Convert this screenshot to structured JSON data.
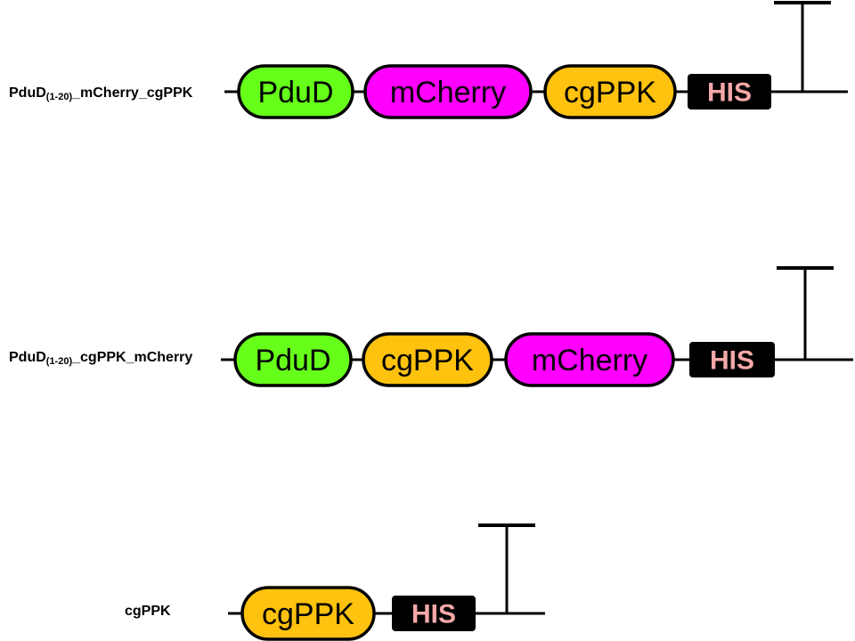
{
  "constructs": [
    {
      "label_main": "PduD",
      "label_sub": "(1-20)",
      "label_rest": "_mCherry_cgPPK",
      "parts": [
        {
          "name": "PduD",
          "type": "cds",
          "color": "#66ff1a"
        },
        {
          "name": "mCherry",
          "type": "cds",
          "color": "#ff00ff"
        },
        {
          "name": "cgPPK",
          "type": "cds",
          "color": "#ffc20e"
        },
        {
          "name": "HIS",
          "type": "tag",
          "color": "#000000",
          "text_color": "#f6a8a8"
        }
      ]
    },
    {
      "label_main": "PduD",
      "label_sub": "(1-20)",
      "label_rest": "_cgPPK_mCherry",
      "parts": [
        {
          "name": "PduD",
          "type": "cds",
          "color": "#66ff1a"
        },
        {
          "name": "cgPPK",
          "type": "cds",
          "color": "#ffc20e"
        },
        {
          "name": "mCherry",
          "type": "cds",
          "color": "#ff00ff"
        },
        {
          "name": "HIS",
          "type": "tag",
          "color": "#000000",
          "text_color": "#f6a8a8"
        }
      ]
    },
    {
      "label_main": "cgPPK",
      "label_sub": "",
      "label_rest": "",
      "parts": [
        {
          "name": "cgPPK",
          "type": "cds",
          "color": "#ffc20e"
        },
        {
          "name": "HIS",
          "type": "tag",
          "color": "#000000",
          "text_color": "#f6a8a8"
        }
      ]
    }
  ]
}
